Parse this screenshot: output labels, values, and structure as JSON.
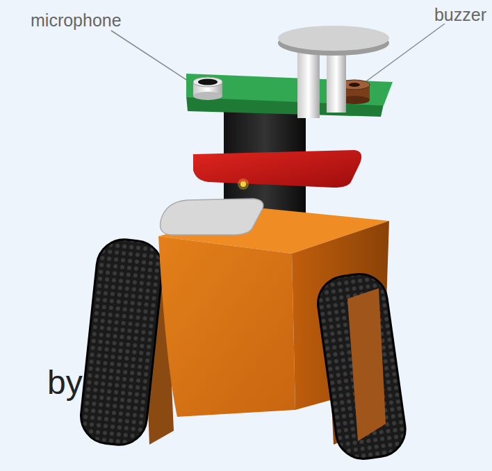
{
  "diagram": {
    "labels": [
      "microphone",
      "buzzer",
      "by"
    ]
  }
}
